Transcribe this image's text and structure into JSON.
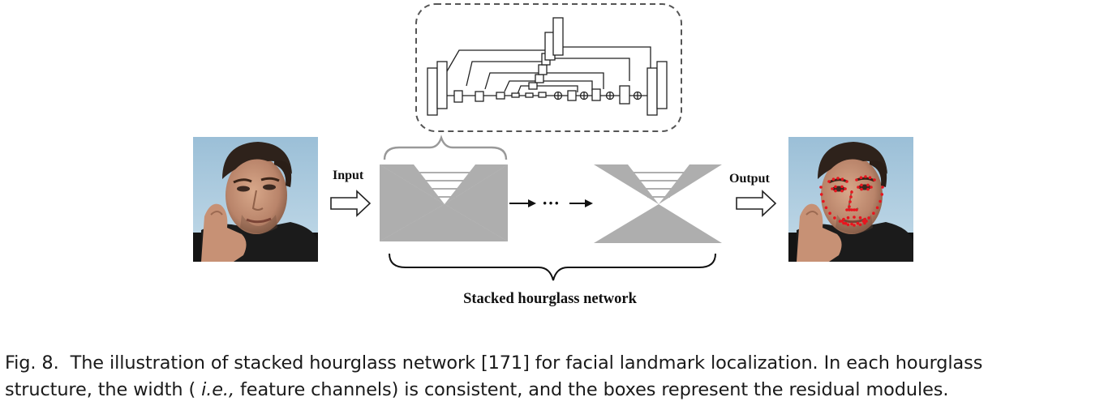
{
  "figure": {
    "input_label": "Input",
    "output_label": "Output",
    "ellipsis": "···",
    "network_label": "Stacked hourglass network"
  },
  "caption": {
    "line1": "Fig. 8.  The illustration of stacked hourglass network [171] for facial landmark localization. In each hourglass",
    "line2_a": "structure, the width ( ",
    "line2_b": "i.e.,",
    "line2_c": " feature channels) is consistent, and the boxes represent the residual modules."
  },
  "colors": {
    "hourglass": "#aeaeae",
    "landmark": "#e8141e",
    "zoom_border": "#555555"
  }
}
